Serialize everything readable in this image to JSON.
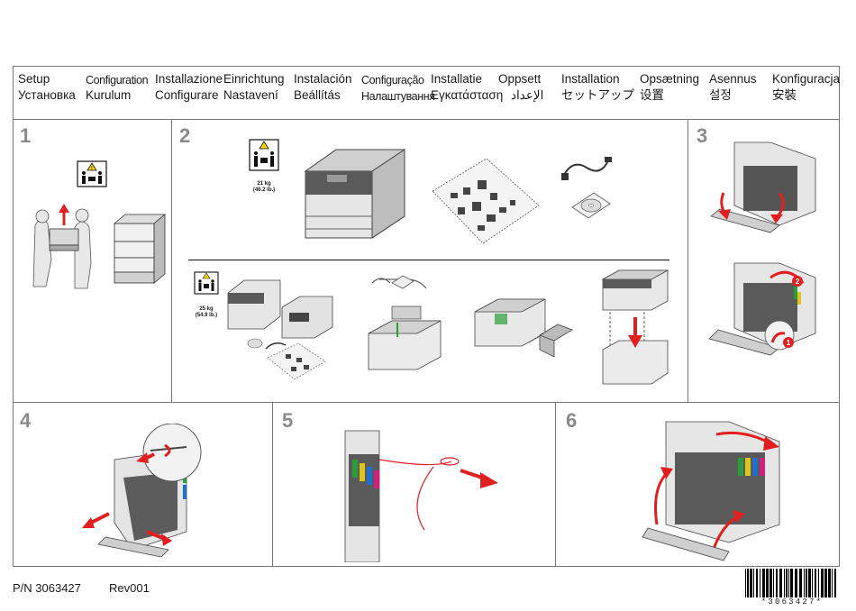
{
  "header": {
    "row1": [
      "Setup",
      "Configuration",
      "Installazione",
      "Einrichtung",
      "Instalación",
      "Configuração",
      "Installatie",
      "Oppsett",
      "Installation",
      "Opsætning",
      "Asennus",
      "Konfiguracja"
    ],
    "row2": [
      "Установка",
      "Kurulum",
      "Configurare",
      "Nastavení",
      "Beállítás",
      "Налаштування",
      "Εγκατάσταση",
      "الإعداد",
      "セットアップ",
      "设置",
      "설정",
      "安裝"
    ]
  },
  "steps": {
    "s1": "1",
    "s2": "2",
    "s3": "3",
    "s4": "4",
    "s5": "5",
    "s6": "6"
  },
  "weights": {
    "upper_kg": "21 kg",
    "upper_lb": "(46.2 lb.)",
    "lower_kg": "25 kg",
    "lower_lb": "(54.9 lb.)"
  },
  "callouts": {
    "c1": "1",
    "c2": "2"
  },
  "footer": {
    "part_number": "P/N 3063427",
    "revision": "Rev001",
    "barcode_text": "*3063427*"
  },
  "colors": {
    "accent_red": "#e02020",
    "line": "#777777",
    "step_gray": "#8a8a8a"
  }
}
